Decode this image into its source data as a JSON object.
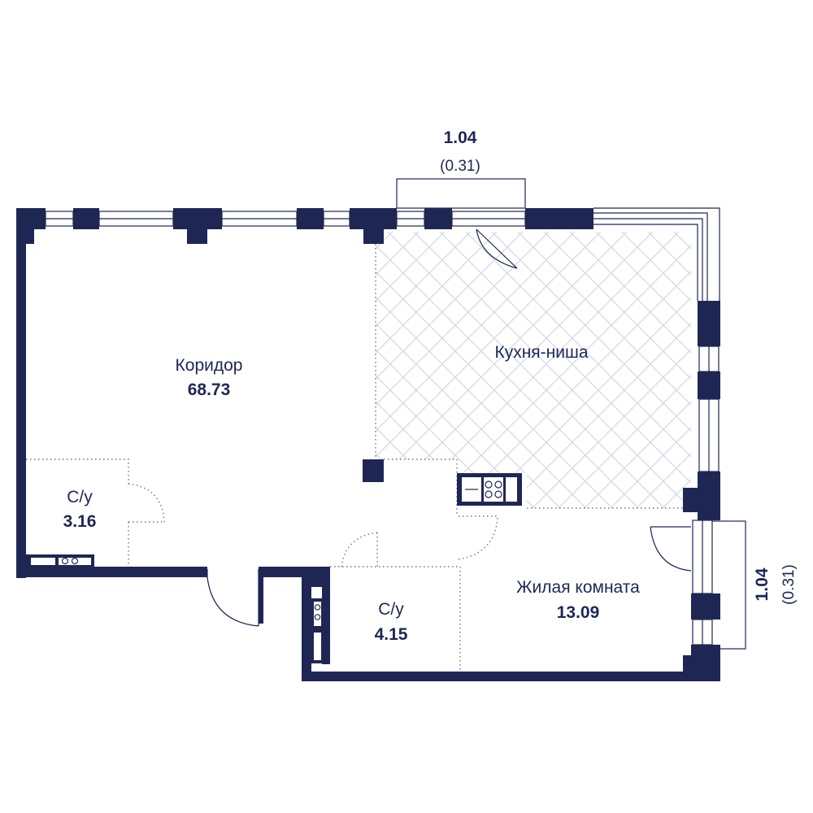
{
  "colors": {
    "wall": "#1e2754",
    "text": "#1e2754",
    "kitchen_pattern": "#d4d8e4"
  },
  "balcony_top": {
    "area": "1.04",
    "area_alt": "(0.31)"
  },
  "balcony_right": {
    "area": "1.04",
    "area_alt": "(0.31)"
  },
  "rooms": {
    "corridor": {
      "name": "Коридор",
      "area": "68.73"
    },
    "kitchen": {
      "name": "Кухня-ниша"
    },
    "bathroom_1": {
      "name": "С/у",
      "area": "3.16"
    },
    "bathroom_2": {
      "name": "С/у",
      "area": "4.15"
    },
    "living_room": {
      "name": "Жилая комната",
      "area": "13.09"
    }
  }
}
